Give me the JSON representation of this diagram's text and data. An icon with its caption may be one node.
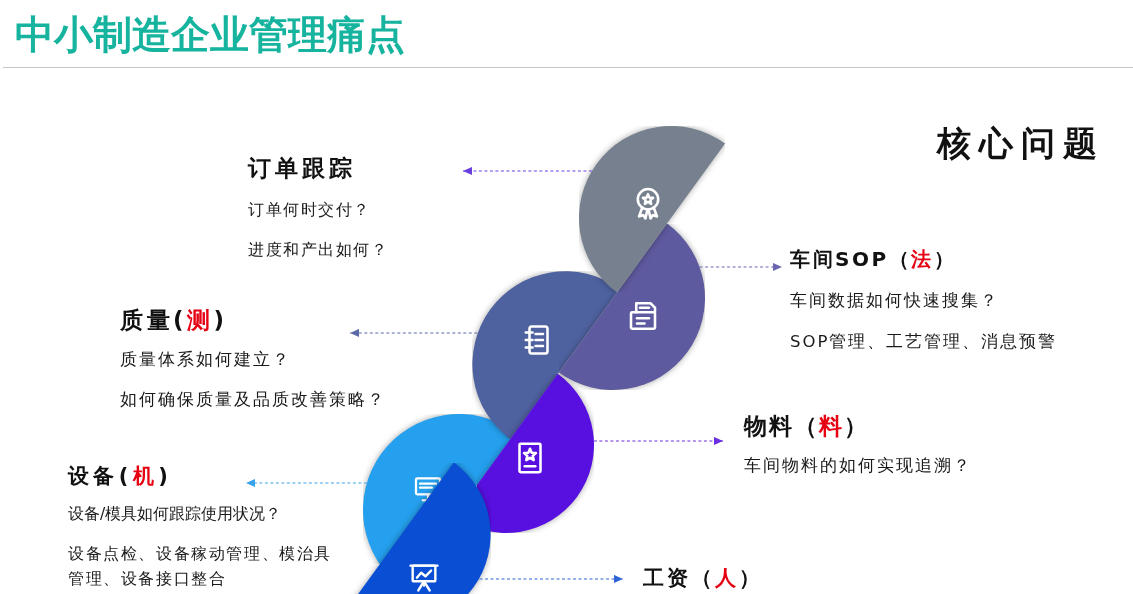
{
  "diagram": {
    "title": "中小制造企业管理痛点",
    "nodes": [
      {
        "text": [
          "订单跟踪",
          "订单何时交付？",
          "进度和产出如何？"
        ]
      },
      {
        "text": [],
        "shape": "semicircle"
      },
      {
        "text": [
          "车间SOP（法）",
          "车间数据如何快速搜集？",
          "SOP管理、工艺管理、消息预警"
        ]
      },
      {
        "text": [],
        "shape": "semicircle"
      },
      {
        "text": [
          "质量(测)",
          "质量体系如何建立？",
          "如何确保质量及品质改善策略？"
        ]
      },
      {
        "text": [],
        "shape": "semicircle"
      },
      {
        "text": [
          "物料（料）",
          "车间物料的如何实现追溯？"
        ]
      },
      {
        "text": [],
        "shape": "semicircle"
      },
      {
        "text": [
          "设备(机)",
          "设备/模具如何跟踪使用状况？",
          "设备点检、设备稼动管理、模治具管理、设备接口整合"
        ]
      },
      {
        "text": [],
        "shape": "semicircle"
      },
      {
        "text": [
          "工资（人）"
        ]
      },
      {
        "text": [],
        "shape": "semicircle"
      }
    ],
    "edges": [
      {
        "from": 1,
        "to": 0,
        "arrow": "to",
        "style": "dashed",
        "color": "#6a3fe0"
      },
      {
        "from": 3,
        "to": 2,
        "arrow": "to",
        "style": "dashed",
        "color": "#6a67b0"
      },
      {
        "from": 5,
        "to": 4,
        "arrow": "to",
        "style": "dashed",
        "color": "#5a6aa8"
      },
      {
        "from": 7,
        "to": 6,
        "arrow": "to",
        "style": "dashed",
        "color": "#6a2ee0"
      },
      {
        "from": 9,
        "to": 8,
        "arrow": "to",
        "style": "dashed",
        "color": "#3aa2ea"
      },
      {
        "from": 11,
        "to": 10,
        "arrow": "to",
        "style": "dashed",
        "color": "#2f66d4"
      }
    ],
    "labels": [
      "核心问题"
    ]
  }
}
